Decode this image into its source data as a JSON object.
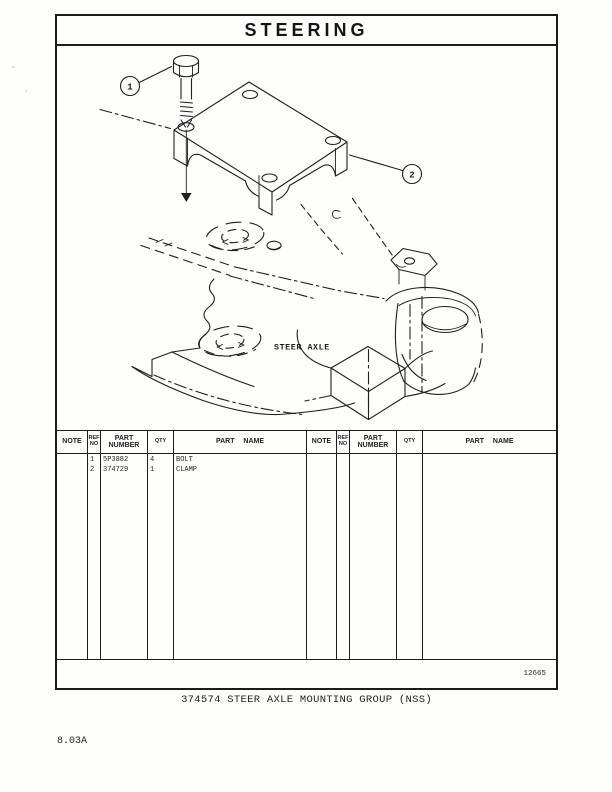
{
  "page": {
    "title": "STEERING",
    "caption": "374574 STEER AXLE MOUNTING GROUP (NSS)",
    "page_code": "8.03A",
    "plate_number": "12665"
  },
  "diagram": {
    "label": "STEER AXLE",
    "callouts": [
      {
        "ref": "1",
        "part": "BOLT"
      },
      {
        "ref": "2",
        "part": "CLAMP"
      }
    ]
  },
  "parts_table": {
    "headers": {
      "note": "NOTE",
      "ref_no": "REF NO",
      "part_number": "PART NUMBER",
      "qty": "QTY",
      "part_name": "PART NAME"
    },
    "rows": [
      {
        "note": "",
        "ref_no": "1",
        "part_number": "5P3882",
        "qty": "4",
        "part_name": "BOLT"
      },
      {
        "note": "",
        "ref_no": "2",
        "part_number": "374729",
        "qty": "1",
        "part_name": "CLAMP"
      }
    ]
  },
  "colors": {
    "ink": "#1f1f1f",
    "paper": "#fdfdfc"
  }
}
